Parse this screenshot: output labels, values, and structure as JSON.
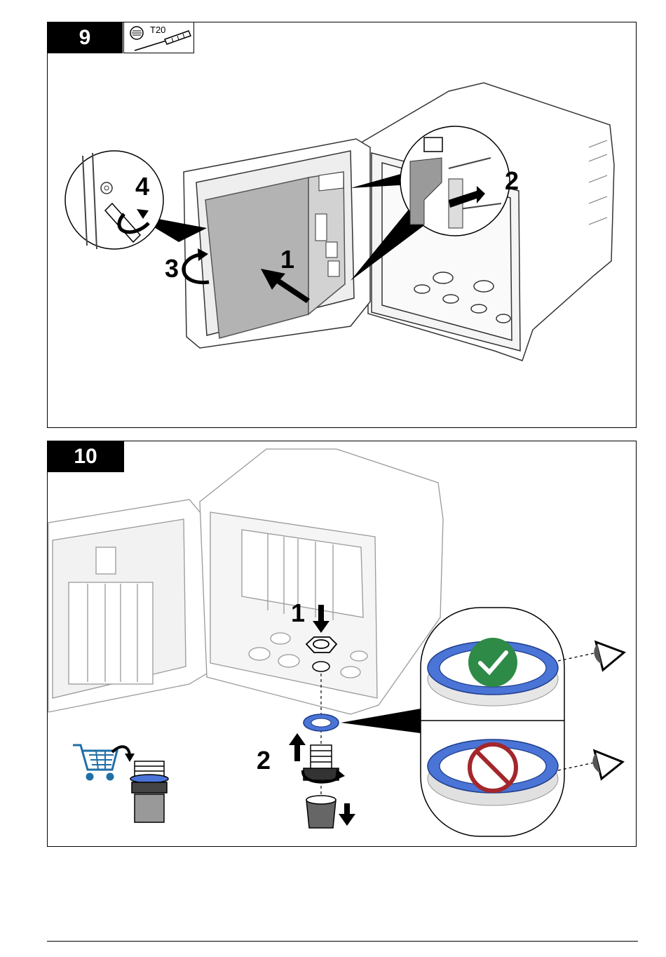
{
  "panel_9": {
    "step_number": "9",
    "tool_label": "T20",
    "callouts": [
      "1",
      "2",
      "3",
      "4"
    ]
  },
  "panel_10": {
    "step_number": "10",
    "callouts": [
      "1",
      "2"
    ],
    "correct_icon": "checkmark-icon",
    "incorrect_icon": "prohibited-icon"
  },
  "colors": {
    "gasket_blue": "#4a74d6",
    "correct_green": "#2e8b47",
    "incorrect_red": "#a3272b",
    "cart_blue": "#1f6fa6"
  }
}
